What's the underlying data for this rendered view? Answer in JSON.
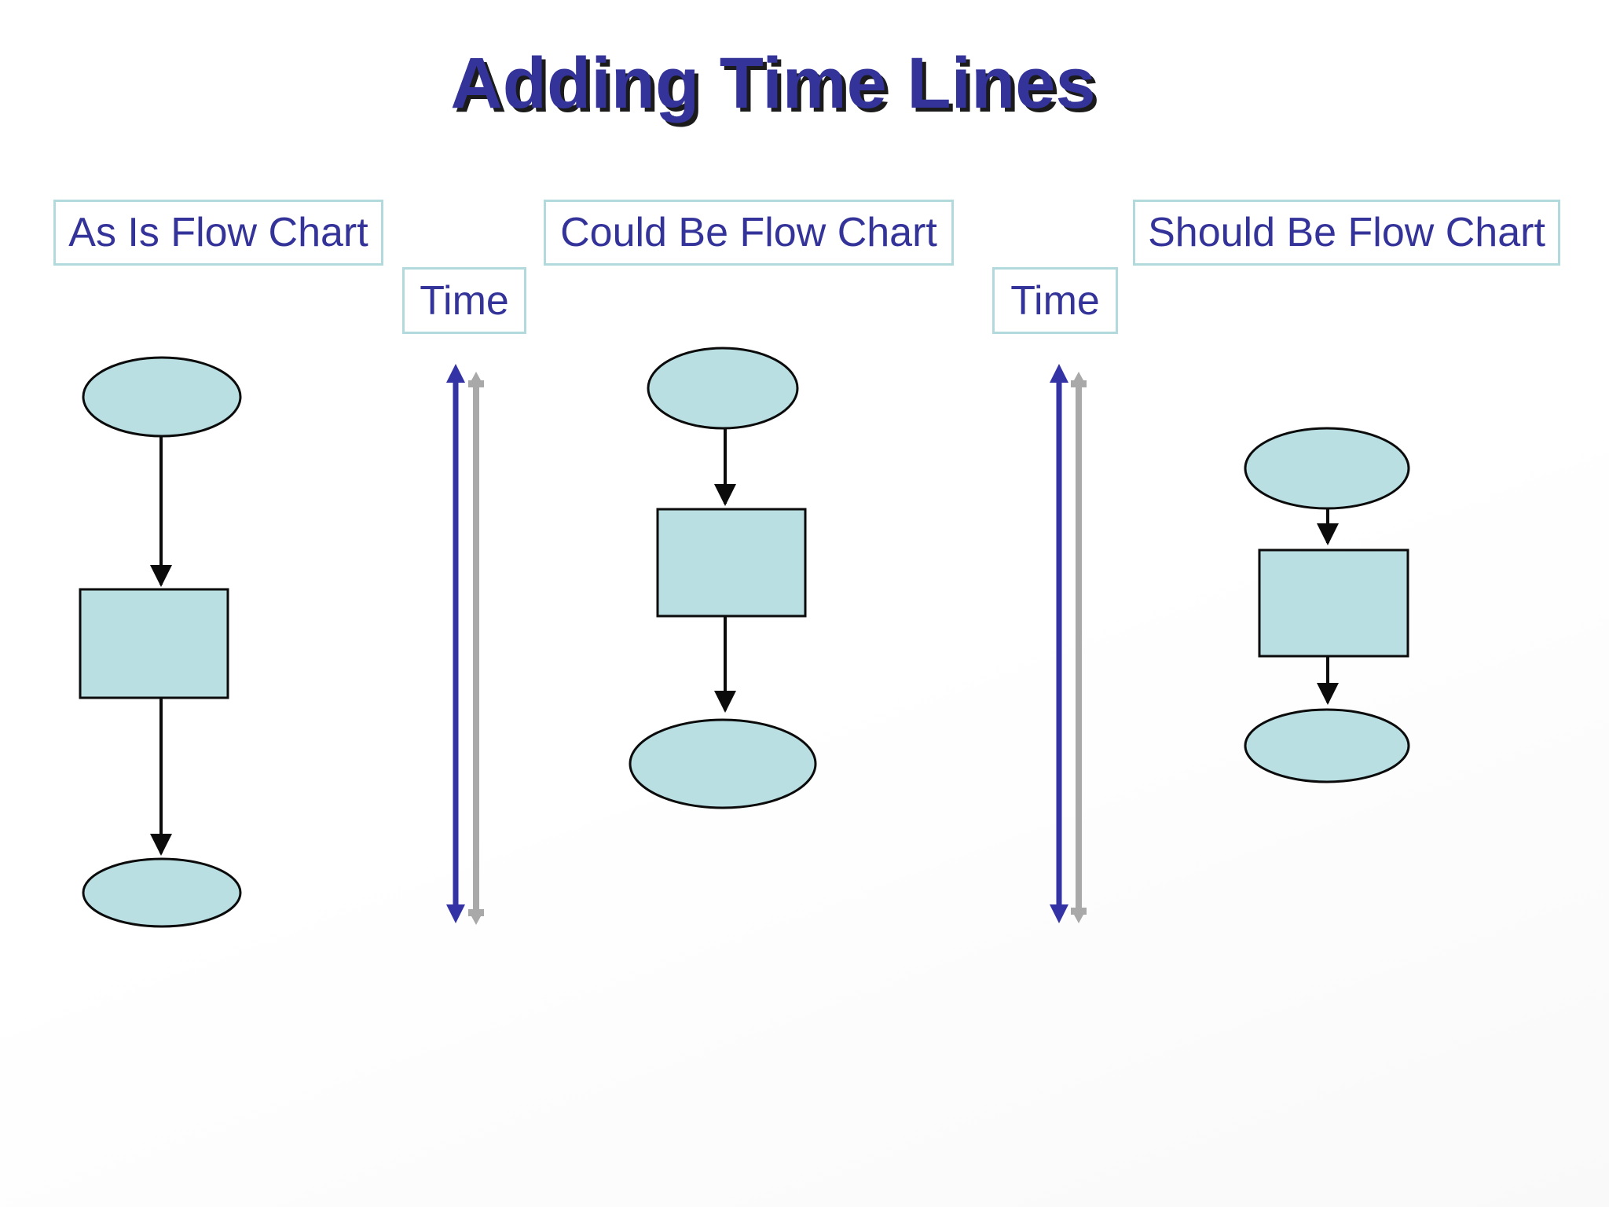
{
  "slide": {
    "title": "Adding Time Lines",
    "flowcharts": [
      {
        "label": "As Is Flow Chart",
        "nodes": [
          "start-ellipse",
          "process-rectangle",
          "end-ellipse"
        ]
      },
      {
        "label": "Could Be Flow Chart",
        "nodes": [
          "start-ellipse",
          "process-rectangle",
          "end-ellipse"
        ]
      },
      {
        "label": "Should Be Flow Chart",
        "nodes": [
          "start-ellipse",
          "process-rectangle",
          "end-ellipse"
        ]
      }
    ],
    "timelines": [
      {
        "label": "Time"
      },
      {
        "label": "Time"
      }
    ],
    "colors": {
      "title_text": "#333399",
      "title_shadow": "#1b1b1b",
      "label_text": "#333399",
      "label_border": "#b2d9dc",
      "shape_fill": "#b9dfe3",
      "shape_stroke": "#0b0b0b",
      "connector": "#0b0b0b",
      "timeline_blue": "#3333a6",
      "timeline_gray": "#a9a9a9",
      "background": "#ffffff"
    }
  }
}
